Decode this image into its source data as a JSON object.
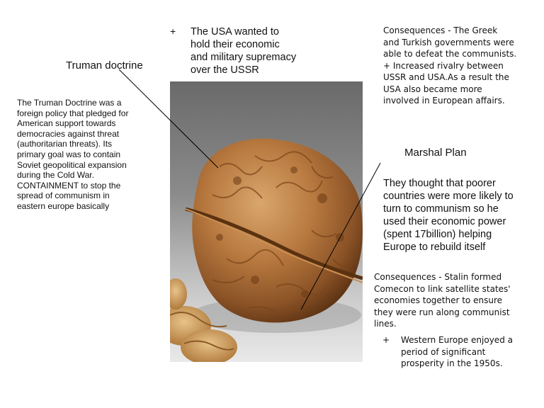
{
  "usa_point": {
    "bullet": "+",
    "text": "The USA wanted to\nhold their economic\nand military supremacy\nover the USSR"
  },
  "truman": {
    "title": "Truman doctrine",
    "description": "The Truman Doctrine was a\nforeign policy that pledged for\nAmerican support towards\ndemocracies against threat\n(authoritarian threats). Its\nprimary goal was to contain\nSoviet geopolitical expansion\nduring the Cold War.\nCONTAINMENT to stop the\nspread of communism in\neastern europe basically"
  },
  "truman_consequences": {
    "text": "Consequences - The Greek\nand Turkish governments were\nable to defeat the communists.\n+ Increased rivalry between\nUSSR and USA.As a result the\nUSA also became more\ninvolved in European affairs."
  },
  "marshall": {
    "title": "Marshal Plan",
    "description": "They thought that poorer\ncountries were more likely to\nturn to communism so he\nused their economic power\n(spent 17billion) helping\nEurope to rebuild itself"
  },
  "marshall_consequences": {
    "text": "Consequences - Stalin formed\nComecon to link satellite states'\neconomies together to ensure\nthey were run along communist\nlines.",
    "bullet": "+",
    "bullet_text": "Western Europe enjoyed a\nperiod of significant\nprosperity in the 1950s."
  },
  "image": {
    "subject": "walnut"
  }
}
